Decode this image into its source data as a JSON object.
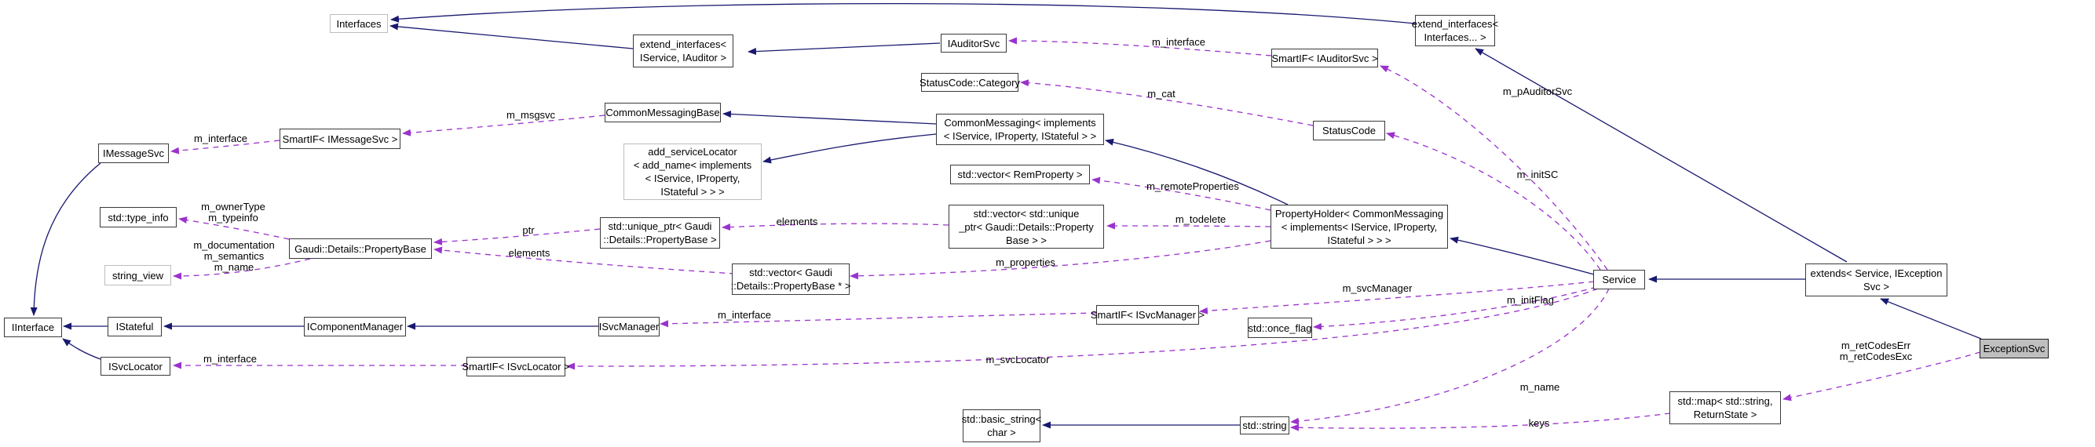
{
  "diagram": {
    "kind": "doxygen-collaboration-graph",
    "colors": {
      "inheritance_edge": "#191970",
      "usage_edge": "#9a32cd",
      "node_border": "#3a3a3a",
      "muted_node_border": "#bdbdbd",
      "highlight_node_fill": "#bfbfbf",
      "background": "#ffffff"
    },
    "nodes": [
      {
        "id": "interfaces",
        "label": "Interfaces"
      },
      {
        "id": "extend-if-svc-auditor",
        "label": "extend_interfaces<\nIService, IAuditor >"
      },
      {
        "id": "iauditorsvc",
        "label": "IAuditorSvc"
      },
      {
        "id": "smartif-iauditorsvc",
        "label": "SmartIF< IAuditorSvc >"
      },
      {
        "id": "extend-if-variadic",
        "label": "extend_interfaces<\nInterfaces... >"
      },
      {
        "id": "statuscode-category",
        "label": "StatusCode::Category"
      },
      {
        "id": "commonmessagingbase",
        "label": "CommonMessagingBase"
      },
      {
        "id": "commonmessaging",
        "label": "CommonMessaging< implements\n< IService, IProperty, IStateful > >"
      },
      {
        "id": "statuscode",
        "label": "StatusCode"
      },
      {
        "id": "add-servicelocator",
        "label": "add_serviceLocator\n< add_name< implements\n< IService, IProperty,\nIStateful > > >"
      },
      {
        "id": "vector-remproperty",
        "label": "std::vector< RemProperty >"
      },
      {
        "id": "imessagesvc",
        "label": "IMessageSvc"
      },
      {
        "id": "smartif-imessagesvc",
        "label": "SmartIF< IMessageSvc >"
      },
      {
        "id": "type-info",
        "label": "std::type_info"
      },
      {
        "id": "propertybase",
        "label": "Gaudi::Details::PropertyBase"
      },
      {
        "id": "string-view",
        "label": "string_view"
      },
      {
        "id": "unique-ptr-pb",
        "label": "std::unique_ptr< Gaudi\n::Details::PropertyBase >"
      },
      {
        "id": "vector-pb-ptr",
        "label": "std::vector< Gaudi\n::Details::PropertyBase * >"
      },
      {
        "id": "vector-unique-ptr-pb",
        "label": "std::vector< std::unique\n_ptr< Gaudi::Details::Property\nBase > >"
      },
      {
        "id": "propertyholder",
        "label": "PropertyHolder< CommonMessaging\n< implements< IService, IProperty,\nIStateful > > >"
      },
      {
        "id": "iinterface",
        "label": "IInterface"
      },
      {
        "id": "istateful",
        "label": "IStateful"
      },
      {
        "id": "icomponentmanager",
        "label": "IComponentManager"
      },
      {
        "id": "isvcmanager",
        "label": "ISvcManager"
      },
      {
        "id": "isvclocator",
        "label": "ISvcLocator"
      },
      {
        "id": "smartif-isvclocator",
        "label": "SmartIF< ISvcLocator >"
      },
      {
        "id": "smartif-isvcmanager",
        "label": "SmartIF< ISvcManager >"
      },
      {
        "id": "once-flag",
        "label": "std::once_flag"
      },
      {
        "id": "service",
        "label": "Service"
      },
      {
        "id": "extends-svc-iexcsvc",
        "label": "extends< Service, IException\nSvc >"
      },
      {
        "id": "exceptionsvc",
        "label": "ExceptionSvc"
      },
      {
        "id": "map-returnstate",
        "label": "std::map< std::string,\nReturnState >"
      },
      {
        "id": "basic-string-char",
        "label": "std::basic_string<\nchar >"
      },
      {
        "id": "std-string",
        "label": "std::string"
      }
    ],
    "edge_labels": [
      {
        "text": "m_interface"
      },
      {
        "text": "m_pAuditorSvc"
      },
      {
        "text": "m_cat"
      },
      {
        "text": "m_initSC"
      },
      {
        "text": "m_msgsvc"
      },
      {
        "text": "m_interface"
      },
      {
        "text": "m_ownerType\nm_typeinfo"
      },
      {
        "text": "m_documentation\nm_semantics\nm_name"
      },
      {
        "text": "ptr"
      },
      {
        "text": "elements"
      },
      {
        "text": "elements"
      },
      {
        "text": "m_remoteProperties"
      },
      {
        "text": "m_todelete"
      },
      {
        "text": "m_properties"
      },
      {
        "text": "m_interface"
      },
      {
        "text": "m_svcManager"
      },
      {
        "text": "m_initFlag"
      },
      {
        "text": "m_svcLocator"
      },
      {
        "text": "m_interface"
      },
      {
        "text": "m_name"
      },
      {
        "text": "keys"
      },
      {
        "text": "m_retCodesErr\nm_retCodesExc"
      }
    ]
  }
}
